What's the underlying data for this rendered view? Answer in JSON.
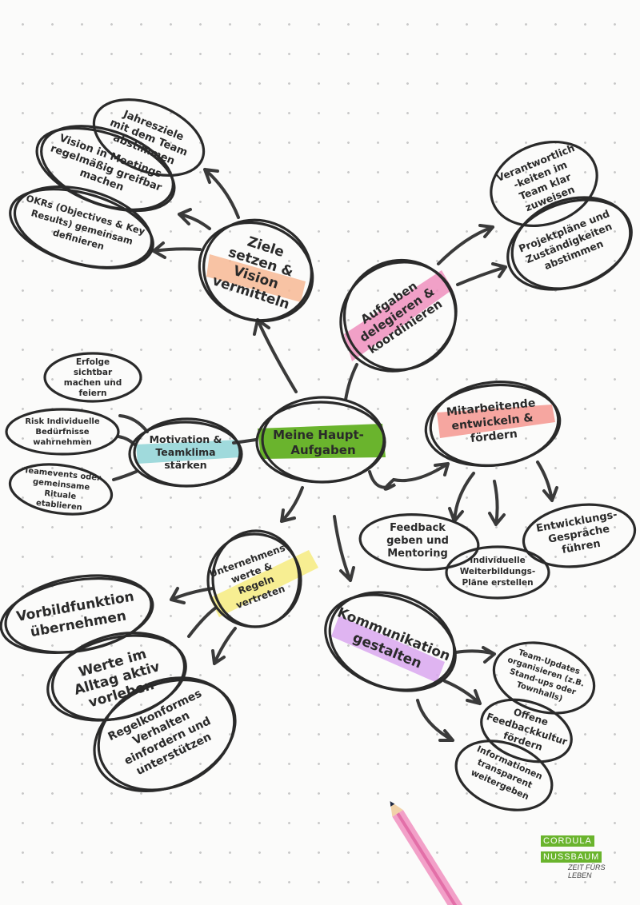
{
  "nodes": [
    {
      "id": "center",
      "lines": [
        "Meine Haupt-",
        "Aufgaben"
      ]
    },
    {
      "id": "ziele",
      "lines": [
        "Ziele",
        "setzen &",
        "Vision",
        "vermitteln"
      ]
    },
    {
      "id": "ziele-a",
      "lines": [
        "Jahresziele",
        "mit dem Team",
        "abstimmen"
      ]
    },
    {
      "id": "ziele-b",
      "lines": [
        "Vision in Meetings",
        "regelmäßig greifbar",
        "machen"
      ]
    },
    {
      "id": "ziele-c",
      "lines": [
        "OKRs (Objectives & Key",
        "Results) gemeinsam",
        "definieren"
      ]
    },
    {
      "id": "aufgaben",
      "lines": [
        "Aufgaben",
        "delegieren &",
        "koordinieren"
      ]
    },
    {
      "id": "aufgaben-a",
      "lines": [
        "Verantwortlich",
        "-keiten im",
        "Team klar",
        "zuweisen"
      ]
    },
    {
      "id": "aufgaben-b",
      "lines": [
        "Projektpläne und",
        "Zuständigkeiten",
        "abstimmen"
      ]
    },
    {
      "id": "mitarbeitende",
      "lines": [
        "Mitarbeitende",
        "entwickeln &",
        "fördern"
      ]
    },
    {
      "id": "mitarbeitende-a",
      "lines": [
        "Feedback",
        "geben und",
        "Mentoring"
      ]
    },
    {
      "id": "mitarbeitende-b",
      "lines": [
        "Individuelle",
        "Weiterbildungs-",
        "Pläne erstellen"
      ]
    },
    {
      "id": "mitarbeitende-c",
      "lines": [
        "Entwicklungs-",
        "Gespräche",
        "führen"
      ]
    },
    {
      "id": "motivation",
      "lines": [
        "Motivation &",
        "Teamklima",
        "stärken"
      ]
    },
    {
      "id": "motivation-a",
      "lines": [
        "Erfolge",
        "sichtbar",
        "machen und",
        "feiern"
      ]
    },
    {
      "id": "motivation-b",
      "lines": [
        "Risk Individuelle",
        "Bedürfnisse",
        "wahrnehmen"
      ]
    },
    {
      "id": "motivation-c",
      "lines": [
        "Teamevents oder",
        "gemeinsame",
        "Rituale",
        "etablieren"
      ]
    },
    {
      "id": "werte",
      "lines": [
        "Unternehmens",
        "werte &",
        "Regeln",
        "vertreten"
      ]
    },
    {
      "id": "werte-a",
      "lines": [
        "Vorbildfunktion",
        "übernehmen"
      ]
    },
    {
      "id": "werte-b",
      "lines": [
        "Werte im",
        "Alltag aktiv",
        "vorleben"
      ]
    },
    {
      "id": "werte-c",
      "lines": [
        "Regelkonformes",
        "Verhalten",
        "einfordern und",
        "unterstützen"
      ]
    },
    {
      "id": "kommunikation",
      "lines": [
        "Kommunikation",
        "gestalten"
      ]
    },
    {
      "id": "kommunikation-a",
      "lines": [
        "Team-Updates",
        "organisieren (z.B.",
        "Stand-ups oder",
        "Townhalls)"
      ]
    },
    {
      "id": "kommunikation-b",
      "lines": [
        "Offene",
        "Feedbackkultur",
        "fördern"
      ]
    },
    {
      "id": "kommunikation-c",
      "lines": [
        "Informationen",
        "transparent",
        "weitergeben"
      ]
    }
  ],
  "colors": {
    "ink": "#2a2a2a",
    "green": "#6ab42d",
    "peach": "#f7b894",
    "pink": "#ef8fbd",
    "salmon": "#f5968f",
    "teal": "#8fd3d6",
    "yellow": "#f6ec86",
    "lilac": "#d9a7ef"
  },
  "brand": {
    "line1": "CORDULA",
    "line2": "NUSSBAUM",
    "tagline": "ZEIT FÜRS LEBEN"
  }
}
